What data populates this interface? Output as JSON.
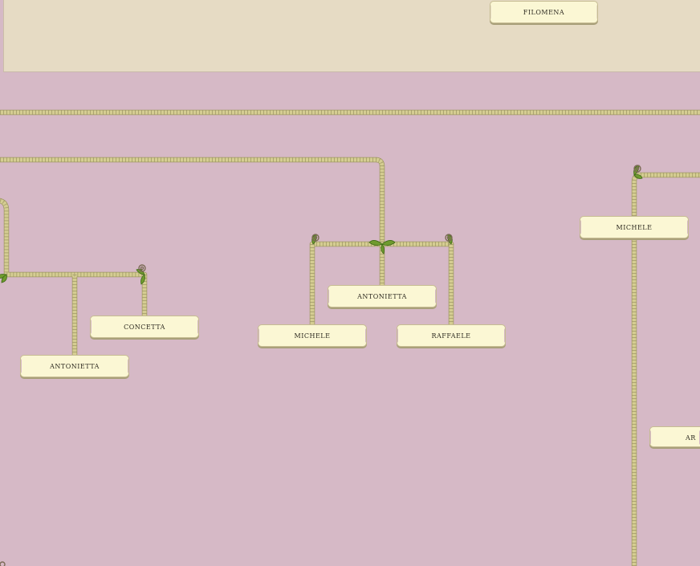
{
  "people": {
    "filomena": "Filomena",
    "michele_right": "Michele",
    "antonietta_center": "Antonietta",
    "michele_center": "Michele",
    "raffaele": "Raffaele",
    "concetta": "Concetta",
    "antonietta_left": "Antonietta",
    "partial_right": "Ar"
  },
  "colors": {
    "background": "#d6b9c6",
    "panel": "#e6dbc4",
    "rope": "#d5cd92",
    "name_box": "#fbf7d4",
    "leaf": "#6f9b2e"
  },
  "icons": [
    "rope-connector",
    "leaf-icon",
    "curl-icon"
  ]
}
